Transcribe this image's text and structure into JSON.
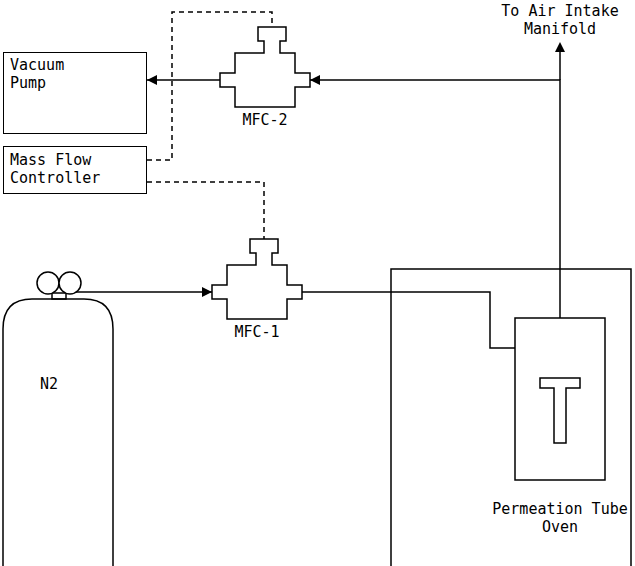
{
  "diagram": {
    "nodes": [
      {
        "text": [
          "Vacuum Pump"
        ]
      },
      {
        "text": [
          "Mass Flow Controller"
        ]
      },
      {
        "text": [
          "MFC-2"
        ]
      },
      {
        "text": [
          "MFC-1"
        ]
      },
      {
        "text": [
          "N2"
        ]
      },
      {
        "text": [
          "Permeation Tube Oven"
        ]
      }
    ],
    "edges": [
      {
        "from": 4,
        "to": 3,
        "arrow": "to"
      },
      {
        "from": 3,
        "to": 5,
        "arrow": "none"
      },
      {
        "from": 5,
        "to": 2,
        "arrow": "to"
      },
      {
        "from": 2,
        "to": 0,
        "arrow": "to"
      },
      {
        "from": 1,
        "to": 2,
        "arrow": "none"
      },
      {
        "from": 1,
        "to": 3,
        "arrow": "none"
      }
    ],
    "labels": [
      "To Air Intake Manifold"
    ]
  }
}
